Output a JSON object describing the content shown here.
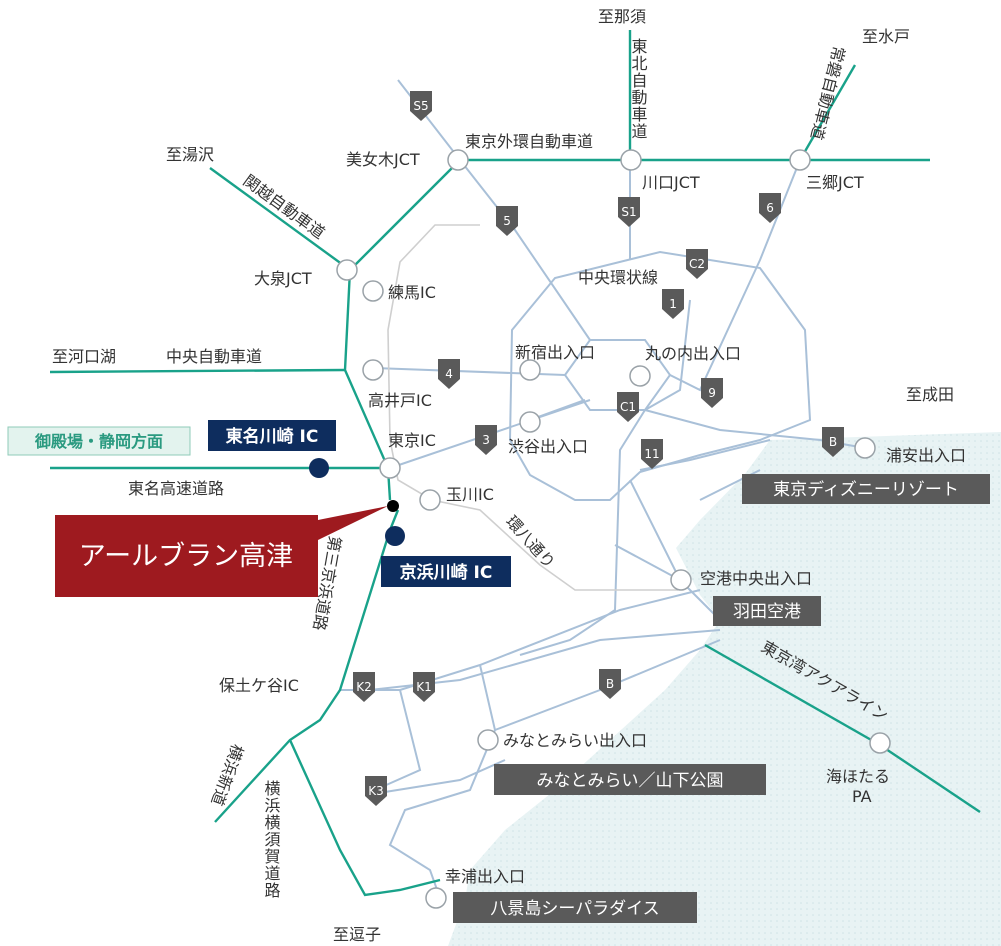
{
  "brand": {
    "name": "アールブラン高津"
  },
  "destinations": {
    "nasu": "至那須",
    "mito": "至水戸",
    "yuzawa": "至湯沢",
    "kawaguchiko": "至河口湖",
    "narita": "至成田",
    "zushi": "至逗子"
  },
  "expressways": {
    "tohoku": "東北自動車道",
    "joban": "常磐自動車道",
    "kanetsu": "関越自動車道",
    "gaikan": "東京外環自動車道",
    "chuo": "中央自動車道",
    "tomei": "東名高速道路",
    "daisan_keihin": "第三京浜道路",
    "yokohama_shindo": "横浜新道",
    "yokohama_yokosuka": "横浜横須賀道路",
    "kannana": "環八通り",
    "aqualine": "東京湾アクアライン",
    "chuo_kanjo": "中央環状線"
  },
  "junctions": {
    "bijogi": "美女木JCT",
    "kawaguchi": "川口JCT",
    "misato": "三郷JCT",
    "oizumi": "大泉JCT"
  },
  "interchanges": {
    "nerima": "練馬IC",
    "takaido": "高井戸IC",
    "tokyo": "東京IC",
    "tamagawa": "玉川IC",
    "hodogaya": "保土ケ谷IC",
    "shinjuku": "新宿出入口",
    "marunouchi": "丸の内出入口",
    "shibuya": "渋谷出入口",
    "urayasu": "浦安出入口",
    "kuko_chuo": "空港中央出入口",
    "minatomirai": "みなとみらい出入口",
    "kozura": "幸浦出入口",
    "umihotaru": "海ほたる",
    "pa": "PA"
  },
  "highlights": {
    "tomei_kawasaki": "東名川崎 IC",
    "keihin_kawasaki": "京浜川崎 IC",
    "gotemba": "御殿場・静岡方面"
  },
  "landmarks": {
    "disney": "東京ディズニーリゾート",
    "haneda": "羽田空港",
    "minatomirai_park": "みなとみらい／山下公園",
    "hakkeijima": "八景島シーパラダイス"
  },
  "route_shields": {
    "s5": "S5",
    "r5": "5",
    "s1": "S1",
    "r6": "6",
    "c2": "C2",
    "r1": "1",
    "r4": "4",
    "c1": "C1",
    "r9": "9",
    "r3": "3",
    "r11": "11",
    "b_east": "B",
    "b_south": "B",
    "k1": "K1",
    "k2": "K2",
    "k3": "K3"
  },
  "colors": {
    "expressway": "#19a28a",
    "shutoko": "#a9c0d8",
    "sea": "#e6f2f3",
    "shield": "#5a5a5a",
    "brand": "#9e1a1f",
    "highlight": "#0e2d5e",
    "landmark": "#5a5a5a"
  }
}
